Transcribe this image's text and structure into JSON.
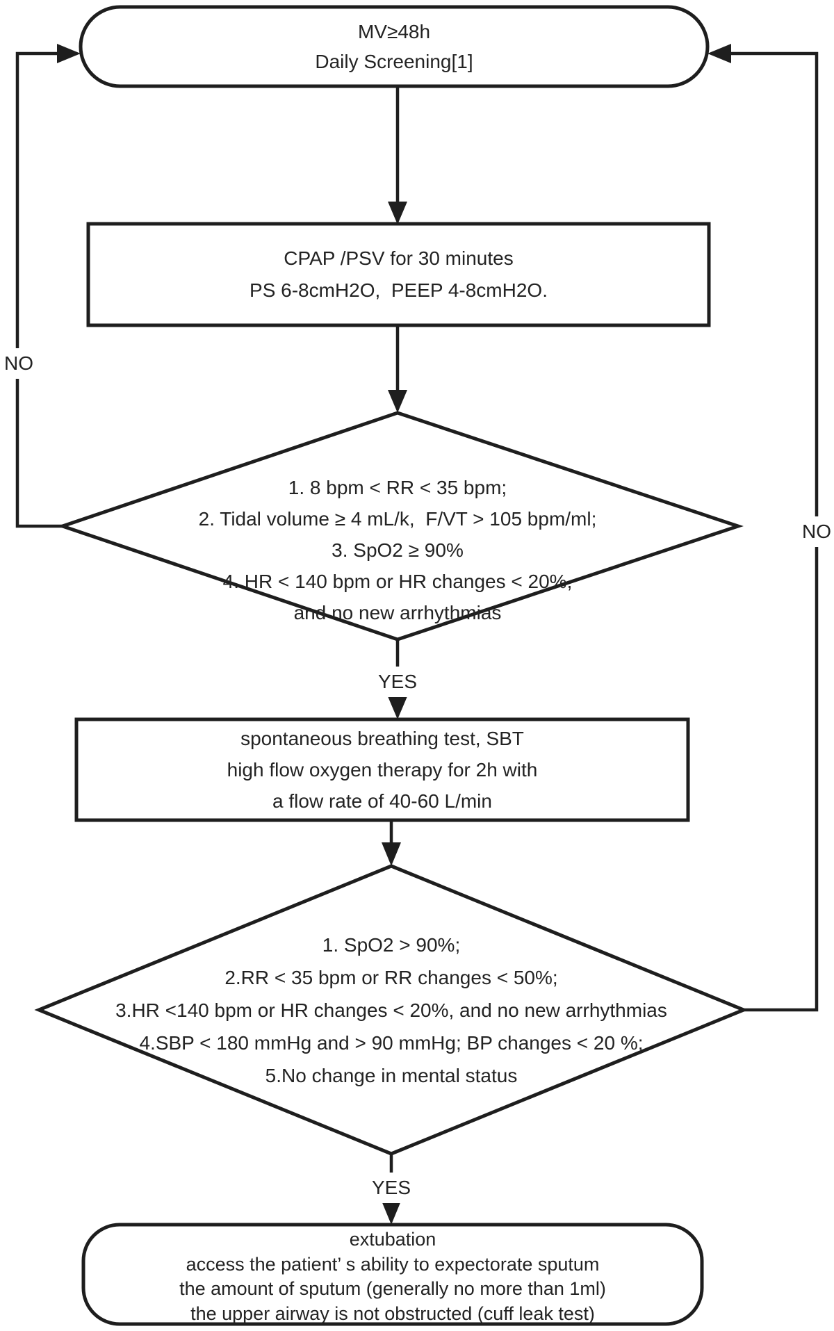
{
  "diagram": {
    "title": "Ventilator weaning / extubation daily screening flowchart",
    "colors": {
      "line": "#1e1e1e",
      "text": "#232323",
      "background": "#ffffff"
    },
    "nodes": {
      "start": {
        "type": "terminator",
        "lines": [
          "MV≥48h",
          "Daily Screening[1]"
        ]
      },
      "cpap": {
        "type": "process",
        "lines": [
          "CPAP /PSV for 30 minutes",
          "PS 6-8cmH2O,  PEEP 4-8cmH2O."
        ]
      },
      "screening_decision": {
        "type": "decision",
        "lines": [
          "1. 8 bpm < RR < 35 bpm;",
          "2. Tidal volume ≥ 4 mL/k,  F/VT > 105 bpm/ml;",
          "3. SpO2 ≥ 90%",
          "4. HR < 140 bpm or HR changes < 20%,",
          "and no new arrhythmias"
        ]
      },
      "sbt": {
        "type": "process",
        "lines": [
          "spontaneous breathing test, SBT",
          "high flow oxygen therapy for 2h with",
          "a flow rate of 40-60 L/min"
        ]
      },
      "sbt_decision": {
        "type": "decision",
        "lines": [
          "1. SpO2 > 90%;",
          "2.RR < 35 bpm or RR changes < 50%;",
          "3.HR <140 bpm or HR changes < 20%, and no new arrhythmias",
          "4.SBP < 180 mmHg and > 90 mmHg; BP changes < 20 %;",
          "5.No change in mental status"
        ]
      },
      "extubation": {
        "type": "terminator",
        "lines": [
          "extubation",
          "access the patient’ s ability to expectorate sputum",
          "the amount of sputum (generally no more than 1ml)",
          "the upper airway is not obstructed (cuff leak test)"
        ]
      }
    },
    "labels": {
      "yes_screening": "YES",
      "yes_sbt": "YES",
      "no_screening": "NO",
      "no_sbt": "NO"
    }
  }
}
